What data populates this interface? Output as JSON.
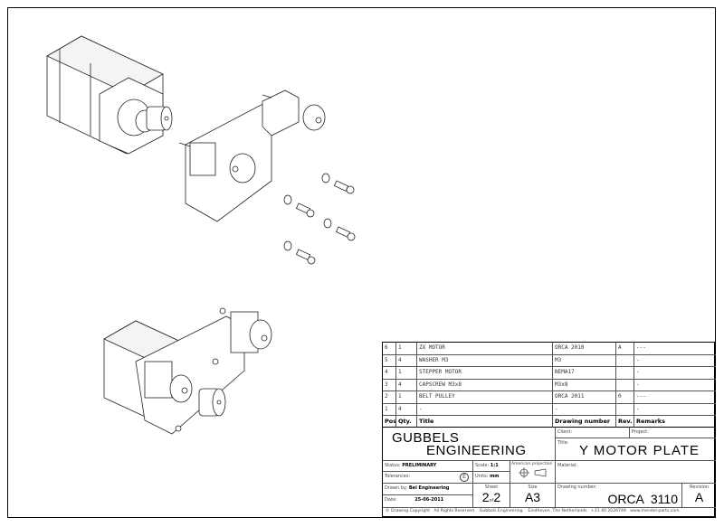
{
  "bom": {
    "rows": [
      {
        "pos": "6",
        "qty": "1",
        "title": "ZX MOTOR",
        "drawing_number": "ORCA 2010",
        "rev": "A",
        "remarks": "---"
      },
      {
        "pos": "5",
        "qty": "4",
        "title": "WASHER M3",
        "drawing_number": "M3",
        "rev": "",
        "remarks": "-"
      },
      {
        "pos": "4",
        "qty": "1",
        "title": "STEPPER MOTOR",
        "drawing_number": "NEMA17",
        "rev": "",
        "remarks": "-"
      },
      {
        "pos": "3",
        "qty": "4",
        "title": "CAPSCREW M3x8",
        "drawing_number": "M3x8",
        "rev": "",
        "remarks": "-"
      },
      {
        "pos": "2",
        "qty": "1",
        "title": "BELT PULLEY",
        "drawing_number": "ORCA 2011",
        "rev": "0",
        "remarks": "---"
      },
      {
        "pos": "1",
        "qty": "4",
        "title": "-",
        "drawing_number": "-",
        "rev": "",
        "remarks": "-"
      }
    ],
    "headers": {
      "pos": "Pos.",
      "qty": "Qty.",
      "title": "Title",
      "drawing_number": "Drawing number",
      "rev": "Rev.",
      "remarks": "Remarks"
    }
  },
  "title_block": {
    "company_line1": "GUBBELS",
    "company_line2": "ENGINEERING",
    "client_label": "Client:",
    "project_label": "Project:",
    "title_label": "Title:",
    "title": "Y MOTOR PLATE",
    "status_label": "Status:",
    "status": "PRELIMINARY",
    "scale_label": "Scale:",
    "scale": "1:1",
    "projection_label": "American projection",
    "material_label": "Material:",
    "tolerances_label": "Tolerances:",
    "tolerance_symbol": "E",
    "units_label": "Units:",
    "units": "mm",
    "drawn_by_label": "Drawn by:",
    "drawn_by": "Bei Engineering",
    "sheet_label": "Sheet",
    "sheet": "2",
    "sheet_of": "of",
    "sheet_total": "2",
    "size_label": "Size",
    "size": "A3",
    "drawing_number_label": "Drawing number:",
    "drawing_number": "ORCA  3110",
    "revision_label": "Revision",
    "revision": "A",
    "date_label": "Date:",
    "date": "25-06-2011",
    "copyright": "© Drawing Copyright   All Rights Reserved    Gubbels Engineering    Eindhoven  The Netherlands   +31 40 2026749   www.mendel-parts.com"
  }
}
